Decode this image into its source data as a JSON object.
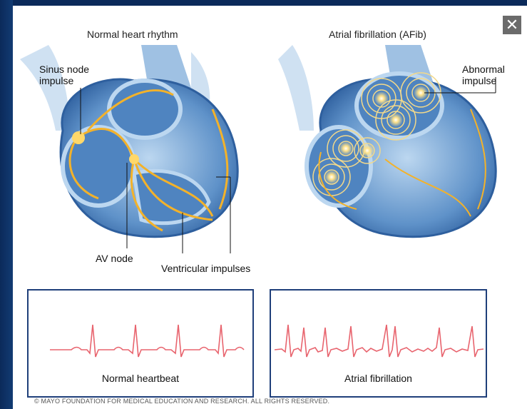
{
  "panels": {
    "normal": {
      "title": "Normal heart rhythm"
    },
    "afib": {
      "title": "Atrial fibrillation (AFib)"
    }
  },
  "labels": {
    "sinus_node": [
      "Sinus node",
      "impulse"
    ],
    "av_node": "AV node",
    "ventricular": "Ventricular impulses",
    "abnormal": [
      "Abnormal",
      "impulse"
    ]
  },
  "ecg": {
    "normal_caption": "Normal heartbeat",
    "afib_caption": "Atrial fibrillation"
  },
  "copyright": "© MAYO FOUNDATION FOR MEDICAL EDUCATION AND RESEARCH. ALL RIGHTS RESERVED.",
  "close_label": "✕",
  "colors": {
    "frame": "#0b2a5a",
    "heart_blue": "#6fa4d6",
    "impulse": "#f3b22a",
    "ecg_line": "#e8646e"
  }
}
